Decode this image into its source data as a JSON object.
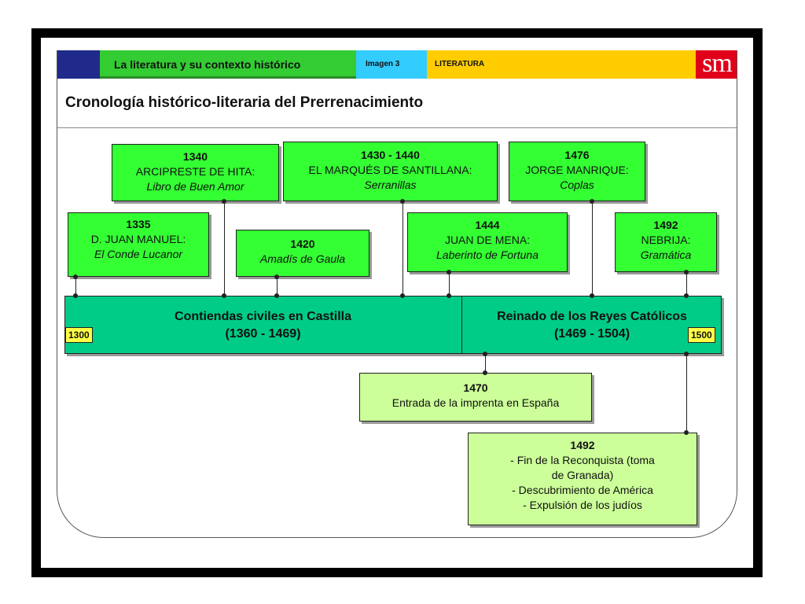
{
  "header": {
    "subject": "La literatura y su contexto histórico",
    "image_label": "Imagen 3",
    "area": "LITERATURA",
    "logo": "sm",
    "colors": {
      "blue": "#1f2a8a",
      "green": "#33cc33",
      "cyan": "#33ccff",
      "yellow": "#ffcc00",
      "logo_red": "#e0001a"
    }
  },
  "title": "Cronología histórico-literaria del Prerrenacimiento",
  "timeline": {
    "start_label": "1300",
    "end_label": "1500",
    "periods": [
      {
        "name": "Contiendas civiles en Castilla",
        "range": "(1360 - 1469)"
      },
      {
        "name": "Reinado de los Reyes Católicos",
        "range": "(1469 - 1504)"
      }
    ]
  },
  "literary": [
    {
      "year": "1335",
      "author": "D. JUAN MANUEL:",
      "work": "El Conde Lucanor"
    },
    {
      "year": "1340",
      "author": "ARCIPRESTE DE HITA:",
      "work": "Libro de Buen Amor"
    },
    {
      "year": "1420",
      "author": "",
      "work": "Amadís de Gaula"
    },
    {
      "year": "1430 - 1440",
      "author": "EL MARQUÉS DE SANTILLANA:",
      "work": "Serranillas"
    },
    {
      "year": "1444",
      "author": "JUAN DE MENA:",
      "work": "Laberinto de Fortuna"
    },
    {
      "year": "1476",
      "author": "JORGE MANRIQUE:",
      "work": "Coplas"
    },
    {
      "year": "1492",
      "author": "NEBRIJA:",
      "work": "Gramática"
    }
  ],
  "historical": [
    {
      "year": "1470",
      "lines": [
        "Entrada de la imprenta en España"
      ]
    },
    {
      "year": "1492",
      "lines": [
        "- Fin de la Reconquista (toma",
        "de Granada)",
        "- Descubrimiento de América",
        "- Expulsión de los judíos"
      ]
    }
  ],
  "colors": {
    "literary_box": "#33ff33",
    "bar": "#00cc88",
    "historical_box": "#ccff99",
    "year_tag": "#ffff44"
  }
}
